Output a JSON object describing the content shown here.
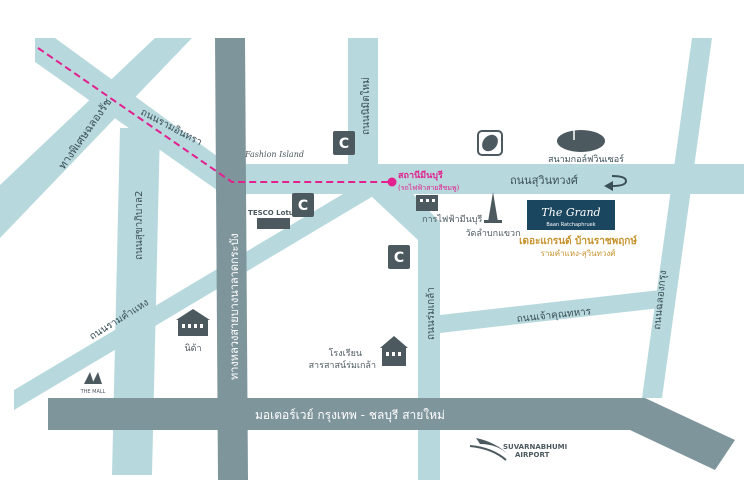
{
  "map": {
    "colors": {
      "road_light": "#b7d9dd",
      "road_dark": "#7f959c",
      "road_text_on_light": "#3b4f57",
      "road_text_on_dark": "#ffffff",
      "rail_line": "#e2208e",
      "accent_gold": "#c6932d",
      "landmark_dark": "#4c5a60",
      "grand_box": "#1a4660"
    },
    "roads": {
      "phetkasem": "ทางพิเศษฉลองรัช",
      "ramintra": "ถนนรามอินทรา",
      "ramkhamhaeng": "ถนนรามคำแหง",
      "nimitmai": "ถนนนิมิตใหม่",
      "sukhapiban2": "ถนนสุขาภิบาล2",
      "romklao": "ถนนร่มเกล้า",
      "sukhaphiban1": "ทางหลวงสายบางนาลาดกระบัง",
      "chaophakhum": "ถนนเจ้าคุณทหาร",
      "chalongkrung": "ถนนฉลองกรุง",
      "suwinthawong": "ถนนสุวินทวงศ์",
      "motorway": "มอเตอร์เวย์ กรุงเทพ - ชลบุรี สายใหม่"
    },
    "landmarks": {
      "fashion_island": "Fashion Island",
      "tesco_lotus": "TESCO Lotus",
      "big_c": "Big C",
      "station_name": "สถานีมีนบุรี",
      "station_sub": "(รถไฟฟ้าสายสีชมพู)",
      "power_office": "การไฟฟ้ามีนบุรี",
      "temple": "วัดลำบกแขวก",
      "golf": "สนามกอล์ฟวินเซอร์",
      "grand_title": "The Grand",
      "grand_sub": "Baan Ratchaphruek",
      "grand_name": "เดอะแกรนด์ บ้านราชพฤกษ์",
      "grand_address": "รามคำแหง-สุวินทวงศ์",
      "school_line1": "โรงเรียน",
      "school_line2": "สารสาสน์ร่มเกล้า",
      "nida": "นิด้า",
      "the_mall": "THE MALL",
      "airport_line1": "SUVARNABHUMI",
      "airport_line2": "AIRPORT"
    }
  }
}
